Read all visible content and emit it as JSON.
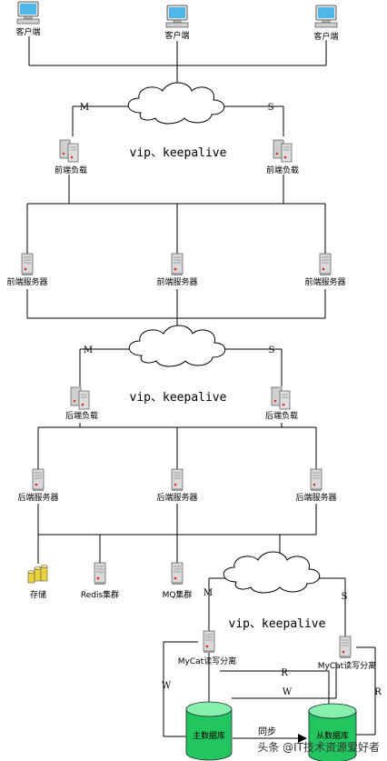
{
  "labels": {
    "client": "客户端",
    "frontend_lb": "前端负载",
    "frontend_server": "前端服务器",
    "backend_lb": "后端负载",
    "backend_server": "后端服务器",
    "storage": "存储",
    "redis": "Redis集群",
    "mq": "MQ集群",
    "mycat": "MyCat读写分离",
    "master_db": "主数据库",
    "slave_db": "从数据库",
    "sync": "同步",
    "vip": "vip、keepalive",
    "m": "M",
    "s": "S",
    "r": "R",
    "w": "W"
  },
  "watermark": "头条 @IT技术资源爱好者",
  "colors": {
    "line": "#000000",
    "cloud_fill": "#ffffff",
    "db_fill": "#22c55e",
    "db_top": "#86efac",
    "server_body": "#d9d9d9",
    "monitor_screen": "#4fb6e8",
    "storage_fill": "#e9d23a"
  }
}
